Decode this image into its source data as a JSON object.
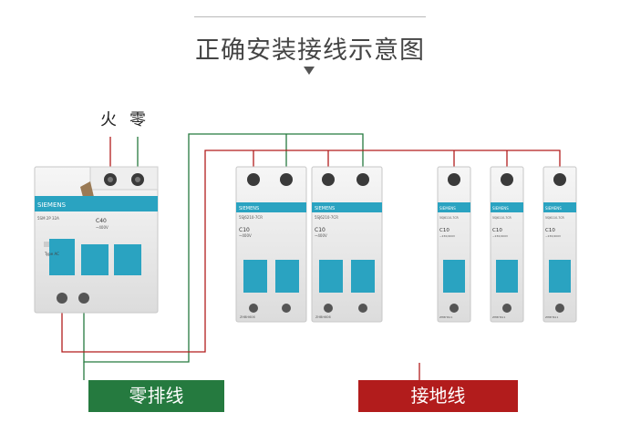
{
  "title": "正确安装接线示意图",
  "terminal_labels": {
    "live": "火",
    "neutral": "零"
  },
  "legend": {
    "neutral_bar": "零排线",
    "earth_wire": "接地线"
  },
  "colors": {
    "neutral_wire": "#257a3f",
    "live_wire": "#b21c1c",
    "breaker_accent": "#2aa3c1",
    "title_text": "#444444"
  },
  "main_breaker": {
    "brand": "SIEMENS",
    "model": "5SM 2P 32A",
    "rating": "C40",
    "voltage": "~400V",
    "test_label": "T",
    "aux": "Type AC"
  },
  "double_breakers": [
    {
      "brand": "SIEMENS",
      "model": "5SJ6210-7CR",
      "rating": "C10",
      "voltage": "~400V",
      "code": "ZHBH606"
    },
    {
      "brand": "SIEMENS",
      "model": "5SJ6210-7CR",
      "rating": "C10",
      "voltage": "~400V",
      "code": "ZHBH606"
    }
  ],
  "single_breakers": [
    {
      "brand": "SIEMENS",
      "model": "5SJ6110-7CR",
      "rating": "C10",
      "voltage": "~230/400V",
      "code": "ZHBH611"
    },
    {
      "brand": "SIEMENS",
      "model": "5SJ6110-7CR",
      "rating": "C10",
      "voltage": "~230/400V",
      "code": "ZHBH611"
    },
    {
      "brand": "SIEMENS",
      "model": "5SJ6110-7CR",
      "rating": "C10",
      "voltage": "~230/400V",
      "code": "ZHBH611"
    }
  ]
}
